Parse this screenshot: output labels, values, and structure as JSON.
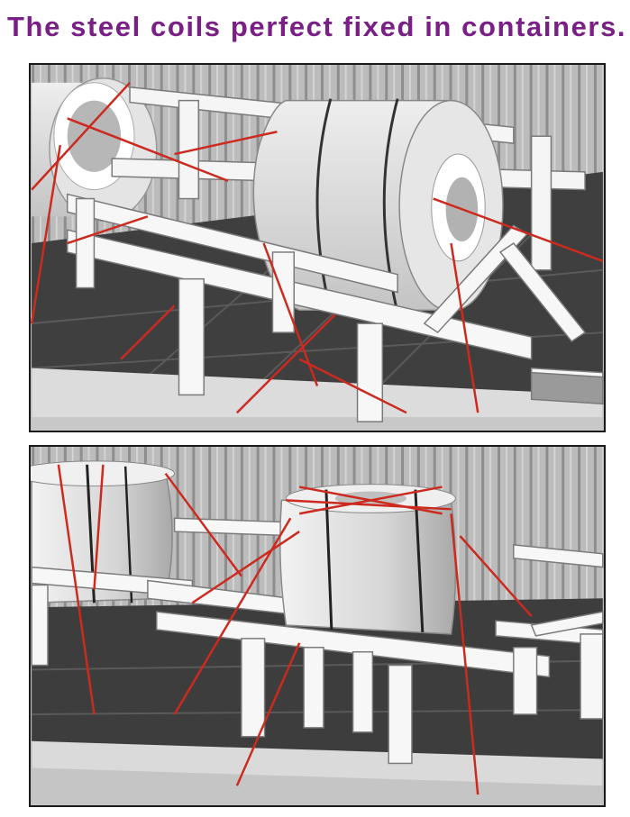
{
  "caption": {
    "text": "The steel coils perfect fixed in containers.",
    "color": "#7a1f86"
  },
  "colors": {
    "lashing": "#cc2a1e",
    "wood": "#f4f4f4",
    "coil": "#dcdcdc",
    "floor": "#3a3a3a",
    "wall": "#b8b8b8"
  },
  "illustrations": [
    {
      "id": "top",
      "subject": "horizontal-steel-coil-on-wooden-cradle"
    },
    {
      "id": "bottom",
      "subject": "vertical-steel-coils-on-wooden-frame"
    }
  ]
}
